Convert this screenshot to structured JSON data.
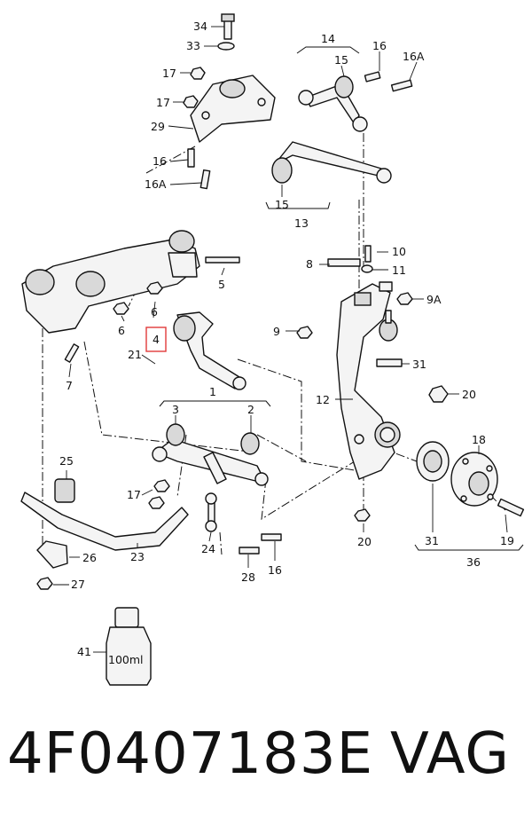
{
  "callouts": {
    "c34": "34",
    "c33": "33",
    "c17a": "17",
    "c17b": "17",
    "c29": "29",
    "c16a_top": "16",
    "c16A_top": "16A",
    "c14": "14",
    "c15a": "15",
    "c16b": "16",
    "c16A_right": "16A",
    "c15b": "15",
    "c13": "13",
    "c10": "10",
    "c11": "11",
    "c8": "8",
    "c9A": "9A",
    "c9": "9",
    "c31a": "31",
    "c20a": "20",
    "c12": "12",
    "c5": "5",
    "c6a": "6",
    "c6b": "6",
    "c7": "7",
    "c4": "4",
    "c21": "21",
    "c1": "1",
    "c3": "3",
    "c2": "2",
    "c18": "18",
    "c25": "25",
    "c17c": "17",
    "c24": "24",
    "c26": "26",
    "c23": "23",
    "c27": "27",
    "c28": "28",
    "c16c": "16",
    "c20b": "20",
    "c31b": "31",
    "c19": "19",
    "c36": "36",
    "c41": "41"
  },
  "bottle_label": "100ml",
  "footer": {
    "part_number": "4F0407183E",
    "brand": "VAG"
  },
  "colors": {
    "highlight": "#e23a3a",
    "ink": "#111111"
  }
}
